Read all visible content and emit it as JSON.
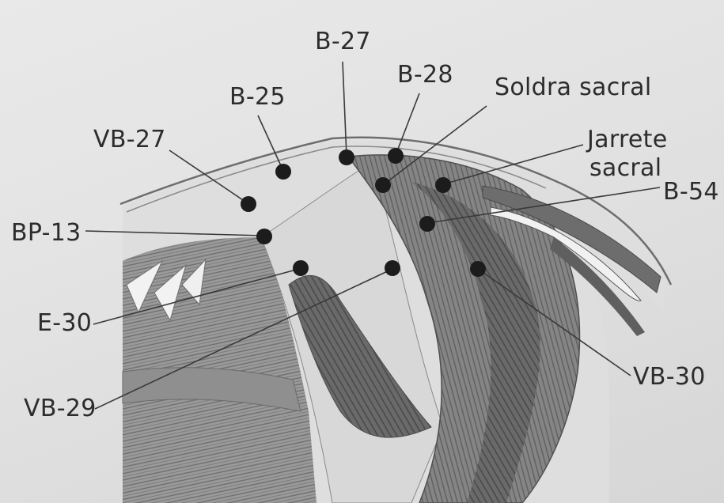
{
  "diagram": {
    "point_labels": {
      "b27": "B-27",
      "b28": "B-28",
      "b25": "B-25",
      "soldra": "Soldra sacral",
      "vb27": "VB-27",
      "jarrete_line1": "Jarrete",
      "jarrete_line2": "sacral",
      "b54": "B-54",
      "bp13": "BP-13",
      "e30": "E-30",
      "vb30": "VB-30",
      "vb29": "VB-29"
    },
    "colors": {
      "paper": "#e4e4e4",
      "muscle_dark": "#5f5f5f",
      "muscle_mid": "#8a8a8a",
      "skin_outline": "#7a7a7a",
      "point": "#1c1c1c",
      "leader": "#3a3a3a",
      "text": "#2c2c2c"
    }
  }
}
